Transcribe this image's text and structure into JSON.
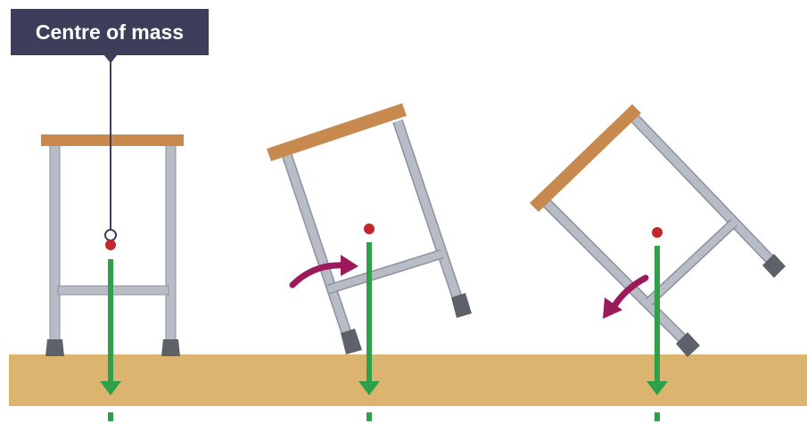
{
  "callout": {
    "text": "Centre of mass"
  },
  "colors": {
    "ground": "#dbb56f",
    "seat": "#c8894f",
    "frame": "#b7bcc5",
    "frame_edge": "#8b91a0",
    "foot": "#5d6168",
    "centre_of_mass": "#c4262e",
    "weight_arrow": "#2ea04a",
    "rotation_arrow": "#9c1a5c",
    "label_bg": "#3d3f5a"
  },
  "stools": [
    {
      "state": "upright"
    },
    {
      "state": "tilted-returns"
    },
    {
      "state": "tilted-topples"
    }
  ]
}
